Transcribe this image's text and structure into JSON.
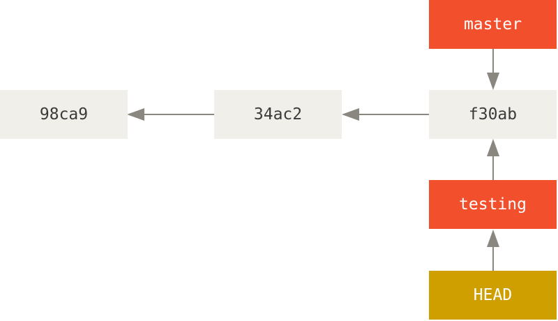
{
  "commits": [
    {
      "id": "98ca9"
    },
    {
      "id": "34ac2"
    },
    {
      "id": "f30ab"
    }
  ],
  "branches": {
    "master": "master",
    "testing": "testing"
  },
  "head": "HEAD",
  "colors": {
    "commit_fill": "#f0efe9",
    "branch_fill": "#f24f2c",
    "head_fill": "#cf9f00",
    "arrow": "#8a8680",
    "commit_text": "#3b3b3b",
    "label_text": "#ffffff"
  }
}
